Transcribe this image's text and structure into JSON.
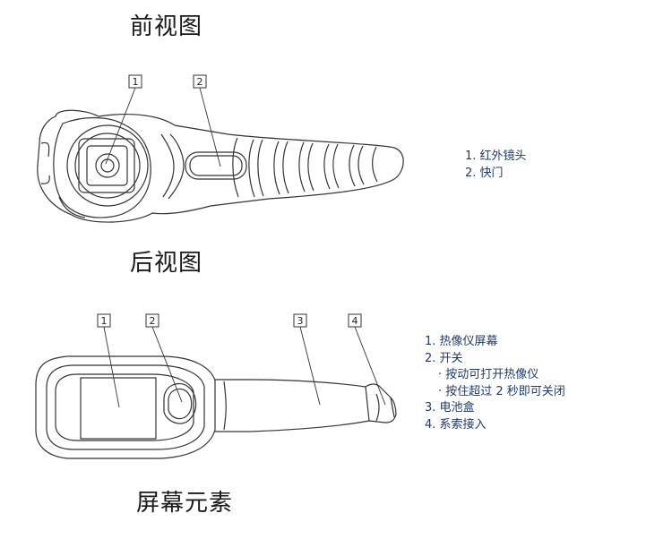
{
  "front_view": {
    "title": "前视图",
    "callouts": [
      "1",
      "2"
    ],
    "legend": [
      "1. 红外镜头",
      "2. 快门"
    ]
  },
  "back_view": {
    "title": "后视图",
    "callouts": [
      "1",
      "2",
      "3",
      "4"
    ],
    "legend": [
      {
        "text": "1. 热像仪屏幕",
        "sub": false
      },
      {
        "text": "2. 开关",
        "sub": false
      },
      {
        "text": "· 按动可打开热像仪",
        "sub": true
      },
      {
        "text": "· 按住超过 2 秒即可关闭",
        "sub": true
      },
      {
        "text": "3. 电池盒",
        "sub": false
      },
      {
        "text": "4. 系索接入",
        "sub": false
      }
    ]
  },
  "screen_elements": {
    "title": "屏幕元素"
  }
}
